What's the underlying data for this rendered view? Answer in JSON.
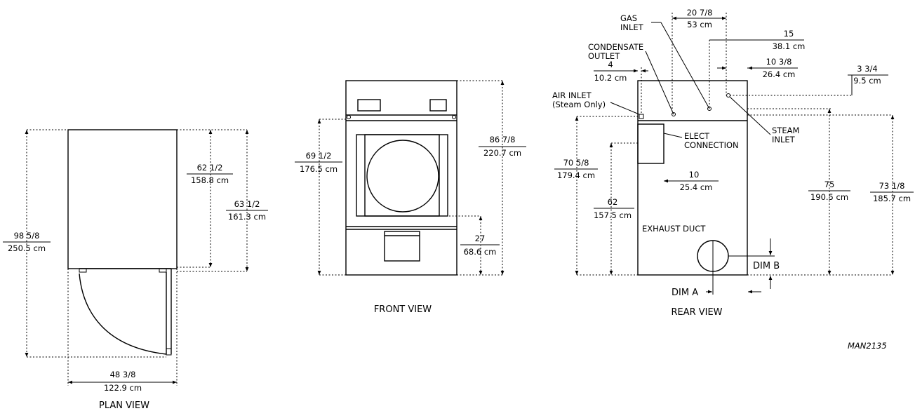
{
  "plan_view": {
    "title": "PLAN VIEW",
    "overall_depth": {
      "in": "98 5/8",
      "cm": "250.5 cm"
    },
    "cabinet_depth": {
      "in": "62 1/2",
      "cm": "158.8 cm"
    },
    "depth_with_door": {
      "in": "63 1/2",
      "cm": "161.3 cm"
    },
    "width": {
      "in": "48 3/8",
      "cm": "122.9 cm"
    }
  },
  "front_view": {
    "title": "FRONT VIEW",
    "height_to_top": {
      "in": "69 1/2",
      "cm": "176.5 cm"
    },
    "overall_height": {
      "in": "86 7/8",
      "cm": "220.7 cm"
    },
    "door_bottom": {
      "in": "27",
      "cm": "68.6 cm"
    }
  },
  "rear_view": {
    "title": "REAR VIEW",
    "gas_inlet_width": {
      "in": "20 7/8",
      "cm": "53 cm"
    },
    "dim_15": {
      "in": "15",
      "cm": "38.1 cm"
    },
    "dim_10_3_8": {
      "in": "10 3/8",
      "cm": "26.4 cm"
    },
    "dim_3_3_4": {
      "in": "3 3/4",
      "cm": "9.5 cm"
    },
    "dim_4": {
      "in": "4",
      "cm": "10.2 cm"
    },
    "dim_70_5_8": {
      "in": "70 5/8",
      "cm": "179.4 cm"
    },
    "dim_62": {
      "in": "62",
      "cm": "157.5 cm"
    },
    "dim_10": {
      "in": "10",
      "cm": "25.4 cm"
    },
    "dim_75": {
      "in": "75",
      "cm": "190.5 cm"
    },
    "dim_73_1_8": {
      "in": "73 1/8",
      "cm": "185.7 cm"
    },
    "labels": {
      "gas_1": "GAS",
      "gas_2": "INLET",
      "cond_1": "CONDENSATE",
      "cond_2": "OUTLET",
      "air_1": "AIR INLET",
      "air_2": "(Steam Only)",
      "elect_1": "ELECT",
      "elect_2": "CONNECTION",
      "steam_1": "STEAM",
      "steam_2": "INLET",
      "exhaust": "EXHAUST DUCT",
      "dim_a": "DIM A",
      "dim_b": "DIM B"
    }
  },
  "drawing_id": "MAN2135"
}
